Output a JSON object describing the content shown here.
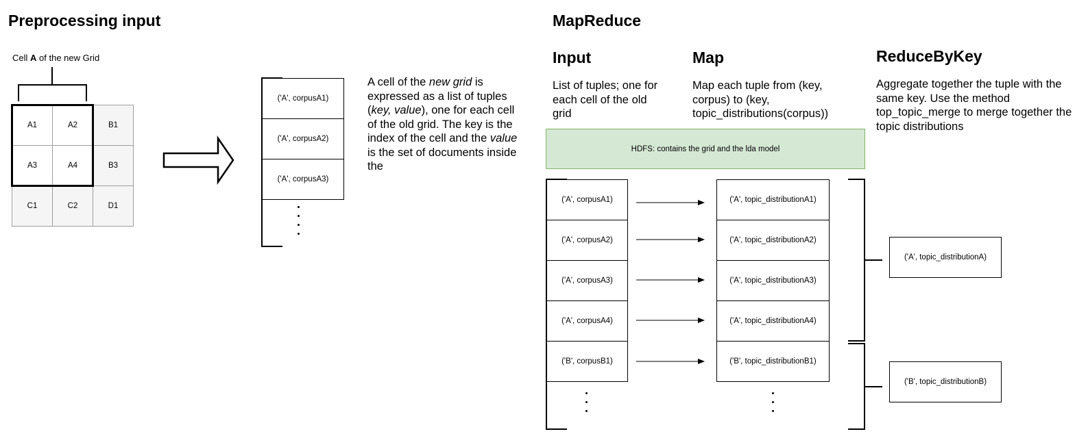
{
  "preprocessing": {
    "title": "Preprocessing input",
    "cell_label_prefix": "Cell ",
    "cell_label_bold": "A",
    "cell_label_suffix": " of the new Grid",
    "grid": [
      "A1",
      "A2",
      "B1",
      "A3",
      "A4",
      "B3",
      "C1",
      "C2",
      "D1"
    ],
    "output_tuples": [
      "('A', corpusA1)",
      "('A', corpusA2)",
      "('A', corpusA3)"
    ],
    "explanation": {
      "p1": "A cell of the ",
      "p1_em": "new grid",
      "p2": " is expressed as a list of tuples (",
      "p2_em": "key, value",
      "p3": "), one for each cell of the old grid. The key is the index of the cell and the ",
      "p3_em": "value",
      "p4": " is the set of documents inside the"
    }
  },
  "mapreduce": {
    "title": "MapReduce",
    "input": {
      "heading": "Input",
      "description": "List of tuples; one for each cell of the old grid",
      "tuples": [
        "('A', corpusA1)",
        "('A', corpusA2)",
        "('A', corpusA3)",
        "('A', corpusA4)",
        "('B', corpusB1)"
      ]
    },
    "map": {
      "heading": "Map",
      "description": "Map each tuple from (key, corpus) to (key, topic_distributions(corpus))",
      "tuples": [
        "('A', topic_distributionA1)",
        "('A', topic_distributionA2)",
        "('A', topic_distributionA3)",
        "('A', topic_distributionA4)",
        "('B', topic_distributionB1)"
      ]
    },
    "reduce": {
      "heading": "ReduceByKey",
      "description": "Aggregate together the tuple with the same key. Use the method top_topic_merge to merge together the topic distributions",
      "tuples": [
        "('A', topic_distributionA)",
        "('B', topic_distributionB)"
      ]
    },
    "hdfs_banner": "HDFS: contains the grid and the lda model"
  },
  "colors": {
    "grid_fill": "#f5f5f5",
    "grid_border": "#9e9e9e",
    "banner_fill": "#d5e8d4",
    "banner_border": "#82b366"
  }
}
